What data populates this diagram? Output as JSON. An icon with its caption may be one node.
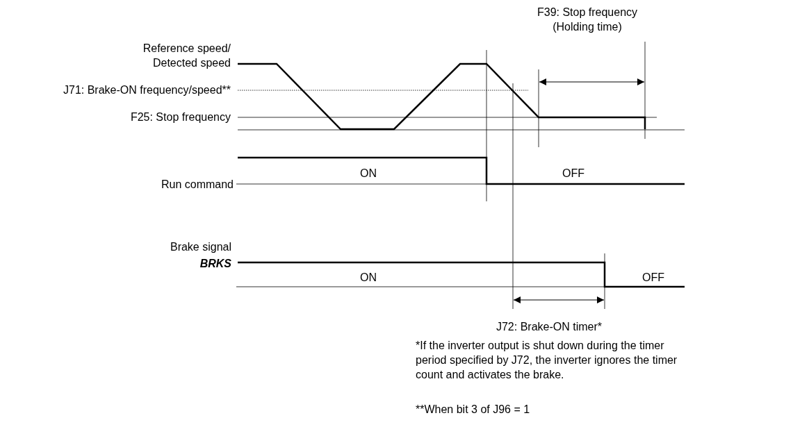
{
  "diagram": {
    "labels": [
      "F39: Stop frequency (Holding time)",
      "Reference speed/ Detected speed",
      "J71: Brake-ON frequency/speed**",
      "F25: Stop frequency",
      "ON",
      "Run command",
      "OFF",
      "Brake signal",
      "BRKS",
      "ON",
      "OFF",
      "J72: Brake-ON timer*",
      "*If the inverter output is shut down during the timer period specified by J72, the inverter ignores the timer count and activates the brake.",
      "**When bit 3 of J96 = 1"
    ]
  }
}
